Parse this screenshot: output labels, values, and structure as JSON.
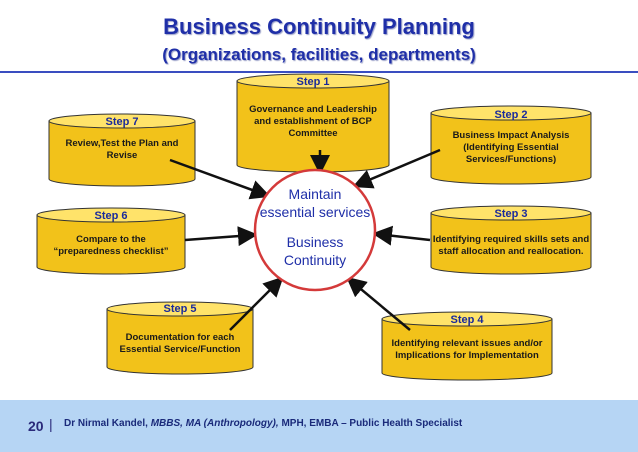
{
  "title": "Business Continuity Planning",
  "subtitle": "(Organizations, facilities, departments)",
  "center": {
    "line1": "Maintain",
    "line2": "essential services",
    "line3": "Business",
    "line4": "Continuity"
  },
  "steps": [
    {
      "label": "Step 1",
      "desc": [
        "Governance and Leadership",
        "and establishment of BCP",
        "Committee"
      ]
    },
    {
      "label": "Step 2",
      "desc": [
        "Business Impact Analysis",
        "(Identifying Essential",
        "Services/Functions)"
      ]
    },
    {
      "label": "Step 3",
      "desc": [
        "Identifying required skills sets and",
        "staff allocation and reallocation."
      ]
    },
    {
      "label": "Step 4",
      "desc": [
        "Identifying relevant issues and/or",
        "Implications for Implementation"
      ]
    },
    {
      "label": "Step 5",
      "desc": [
        "Documentation for each",
        "Essential Service/Function"
      ]
    },
    {
      "label": "Step 6",
      "desc": [
        "Compare to the",
        "“preparedness checklist”"
      ]
    },
    {
      "label": "Step 7",
      "desc": [
        "Review,Test the Plan and",
        "Revise"
      ]
    }
  ],
  "footer": {
    "page_number": "20",
    "separator": "|",
    "author_name": "Dr Nirmal Kandel,",
    "author_degrees": "MBBS, MA (Anthropology),",
    "author_rest": "MPH, EMBA – Public Health Specialist"
  },
  "colors": {
    "cylinder_body": "#f2c21a",
    "cylinder_top": "#ffe36a",
    "outline": "#333333",
    "title": "#1f2fa8",
    "circle_stroke": "#d43a3a",
    "footer_bg": "#b6d5f4"
  }
}
